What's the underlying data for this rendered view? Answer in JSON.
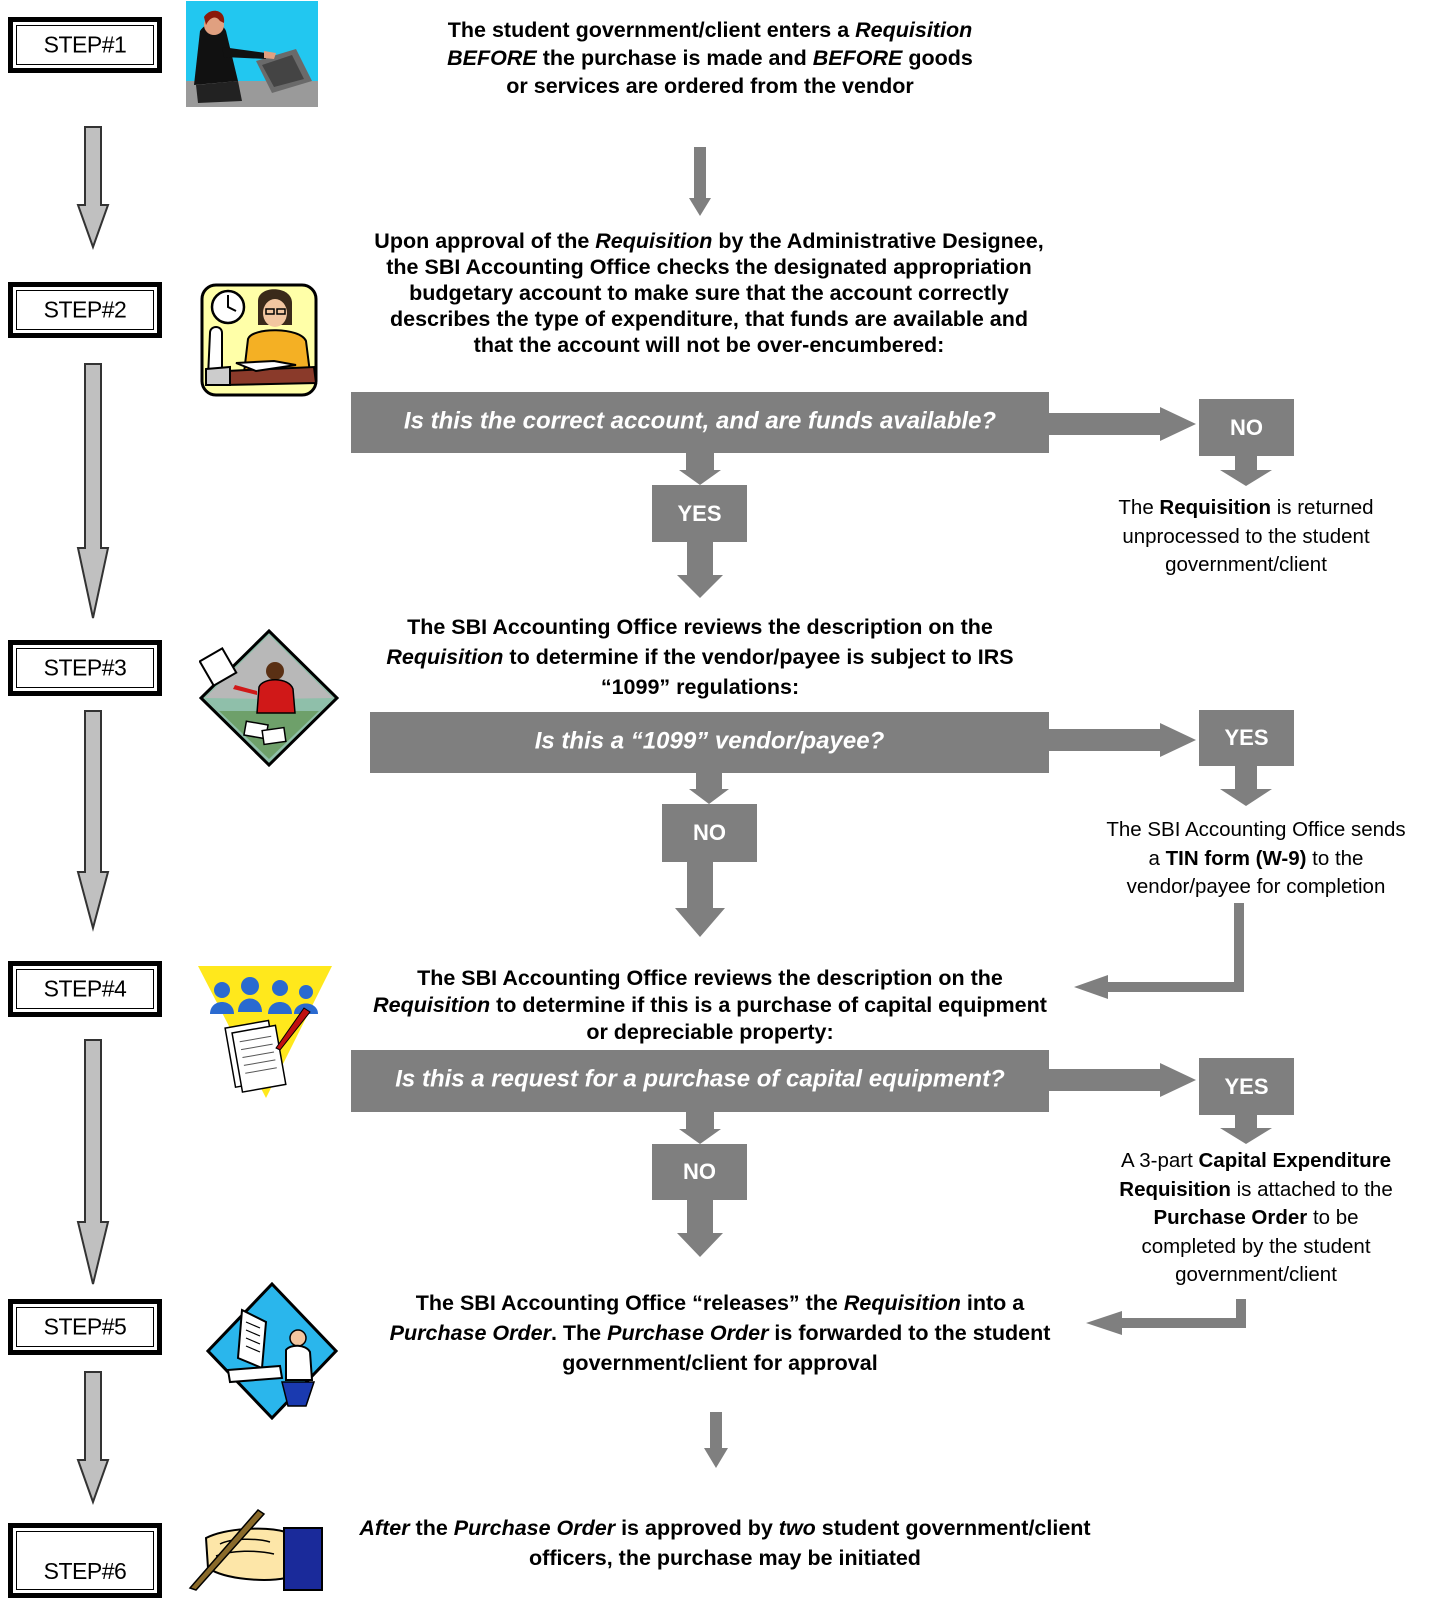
{
  "steps": [
    "STEP#1",
    "STEP#2",
    "STEP#3",
    "STEP#4",
    "STEP#5",
    "STEP#6"
  ],
  "step1": {
    "l1a": "The student government/client enters a ",
    "l1b": "Requisition",
    "l2a": "BEFORE",
    "l2b": " the purchase is made and ",
    "l2c": "BEFORE",
    "l2d": " goods",
    "l3": "or services are ordered from the vendor"
  },
  "step2": {
    "l1a": "Upon approval of the ",
    "l1b": "Requisition",
    "l1c": " by the Administrative Designee,",
    "l2": "the SBI Accounting Office checks the designated appropriation",
    "l3": "budgetary account to make sure that the account correctly",
    "l4": "describes the type of expenditure, that funds are available and",
    "l5": "that the account will not be over-encumbered:",
    "question": "Is this the correct account, and are funds available?",
    "yes": "YES",
    "no": "NO",
    "no_a": "The ",
    "no_b": "Requisition",
    "no_c": " is returned",
    "no_l2": "unprocessed to the student",
    "no_l3": "government/client"
  },
  "step3": {
    "l1": "The SBI Accounting Office reviews the description on the",
    "l2a": "Requisition",
    "l2b": " to determine if the vendor/payee is subject to IRS",
    "l3": "“1099” regulations:",
    "question": "Is this a “1099” vendor/payee?",
    "yes": "YES",
    "no": "NO",
    "yes_l1": "The SBI Accounting Office sends",
    "yes_l2a": "a ",
    "yes_l2b": "TIN form (W-9)",
    "yes_l2c": " to the",
    "yes_l3": "vendor/payee for completion"
  },
  "step4": {
    "l1": "The SBI Accounting Office reviews the description on the",
    "l2a": "Requisition",
    "l2b": " to determine if this is a purchase of capital equipment",
    "l3": "or depreciable property:",
    "question": "Is this a request for a purchase of capital equipment?",
    "yes": "YES",
    "no": "NO",
    "yes_l1a": "A 3-part ",
    "yes_l1b": "Capital Expenditure",
    "yes_l2a": "Requisition",
    "yes_l2b": " is attached to the",
    "yes_l3": "Purchase Order",
    "yes_l3b": " to be",
    "yes_l4": "completed by the student",
    "yes_l5": "government/client"
  },
  "step5": {
    "l1a": "The SBI Accounting Office “releases” the ",
    "l1b": "Requisition",
    "l1c": " into a",
    "l2a": "Purchase Order",
    "l2b": ".  The ",
    "l2c": "Purchase Order",
    "l2d": " is forwarded to the student",
    "l3": "government/client for approval"
  },
  "step6": {
    "l1a": "After",
    "l1b": " the ",
    "l1c": "Purchase Order",
    "l1d": " is approved by ",
    "l1e": "two",
    "l1f": " student government/client",
    "l2": "officers, the purchase may be initiated"
  },
  "icons": [
    "person-at-computer-icon",
    "clerk-with-clock-icon",
    "meeting-desk-icon",
    "team-meeting-icon",
    "computer-operator-icon",
    "signing-hand-icon"
  ],
  "colors": {
    "bar": "#7f7f7f",
    "arrow_fill": "#c0c0c0"
  }
}
